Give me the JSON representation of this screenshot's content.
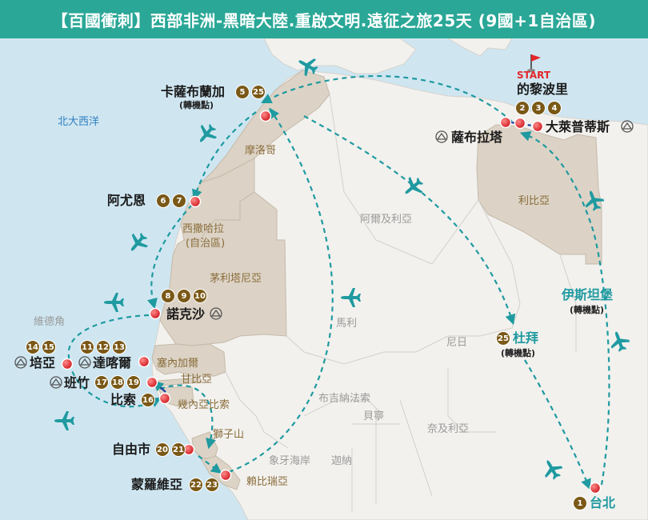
{
  "title": "【百國衝刺】西部非洲-黑暗大陸.重啟文明.遠征之旅25天 (9國+1自治區)",
  "start_label": "START",
  "ocean_label": "北大西洋",
  "regions": {
    "morocco": "摩洛哥",
    "western_sahara_1": "西撒哈拉",
    "western_sahara_2": "(自治區)",
    "mauritania": "茅利塔尼亞",
    "algeria": "阿爾及利亞",
    "libya": "利比亞",
    "mali": "馬利",
    "niger": "尼日",
    "senegal": "塞內加爾",
    "gambia": "甘比亞",
    "guinea_bissau": "幾內亞比索",
    "sierra_leone": "獅子山",
    "liberia": "賴比瑞亞",
    "burkina_faso": "布吉納法索",
    "benin": "貝寧",
    "ivory_coast": "象牙海岸",
    "ghana": "迦納",
    "nigeria": "奈及利亞",
    "cape_verde": "維德角"
  },
  "cities": {
    "casablanca": {
      "name": "卡薩布蘭加",
      "note": "(轉機點)",
      "stops": [
        "5",
        "25"
      ]
    },
    "tripoli": {
      "name": "的黎波里",
      "stops": [
        "2",
        "3",
        "4"
      ]
    },
    "leptis": {
      "name": "大萊普蒂斯"
    },
    "sabratha": {
      "name": "薩布拉塔"
    },
    "laayoune": {
      "name": "阿尤恩",
      "stops": [
        "6",
        "7"
      ]
    },
    "nouakchott": {
      "name": "諾克沙",
      "stops": [
        "8",
        "9",
        "10"
      ]
    },
    "praia": {
      "name": "培亞",
      "stops": [
        "14",
        "15"
      ]
    },
    "dakar": {
      "name": "達喀爾",
      "stops": [
        "11",
        "12",
        "13"
      ]
    },
    "banjul": {
      "name": "班竹",
      "stops": [
        "17",
        "18",
        "19"
      ]
    },
    "bissau": {
      "name": "比索",
      "stops": [
        "16"
      ]
    },
    "freetown": {
      "name": "自由市",
      "stops": [
        "20",
        "21"
      ]
    },
    "monrovia": {
      "name": "蒙羅維亞",
      "stops": [
        "22",
        "23"
      ]
    },
    "dubai": {
      "name": "杜拜",
      "note": "(轉機點)",
      "stops": [
        "25"
      ]
    },
    "istanbul": {
      "name": "伊斯坦堡",
      "note": "(轉機點)"
    },
    "taipei": {
      "name": "台北",
      "stops": [
        "1"
      ]
    }
  },
  "colors": {
    "title_bg": "#2aa797",
    "sea": "#cfe6f1",
    "land": "#f2f1ee",
    "highlight_land": "#dcd3c6",
    "route": "#1f9aa0",
    "marker": "#e3262b",
    "stop_badge": "#7a5816"
  },
  "icons": [
    "airplane-icon",
    "unesco-icon",
    "start-flag-icon",
    "city-marker-icon",
    "stop-badge"
  ]
}
